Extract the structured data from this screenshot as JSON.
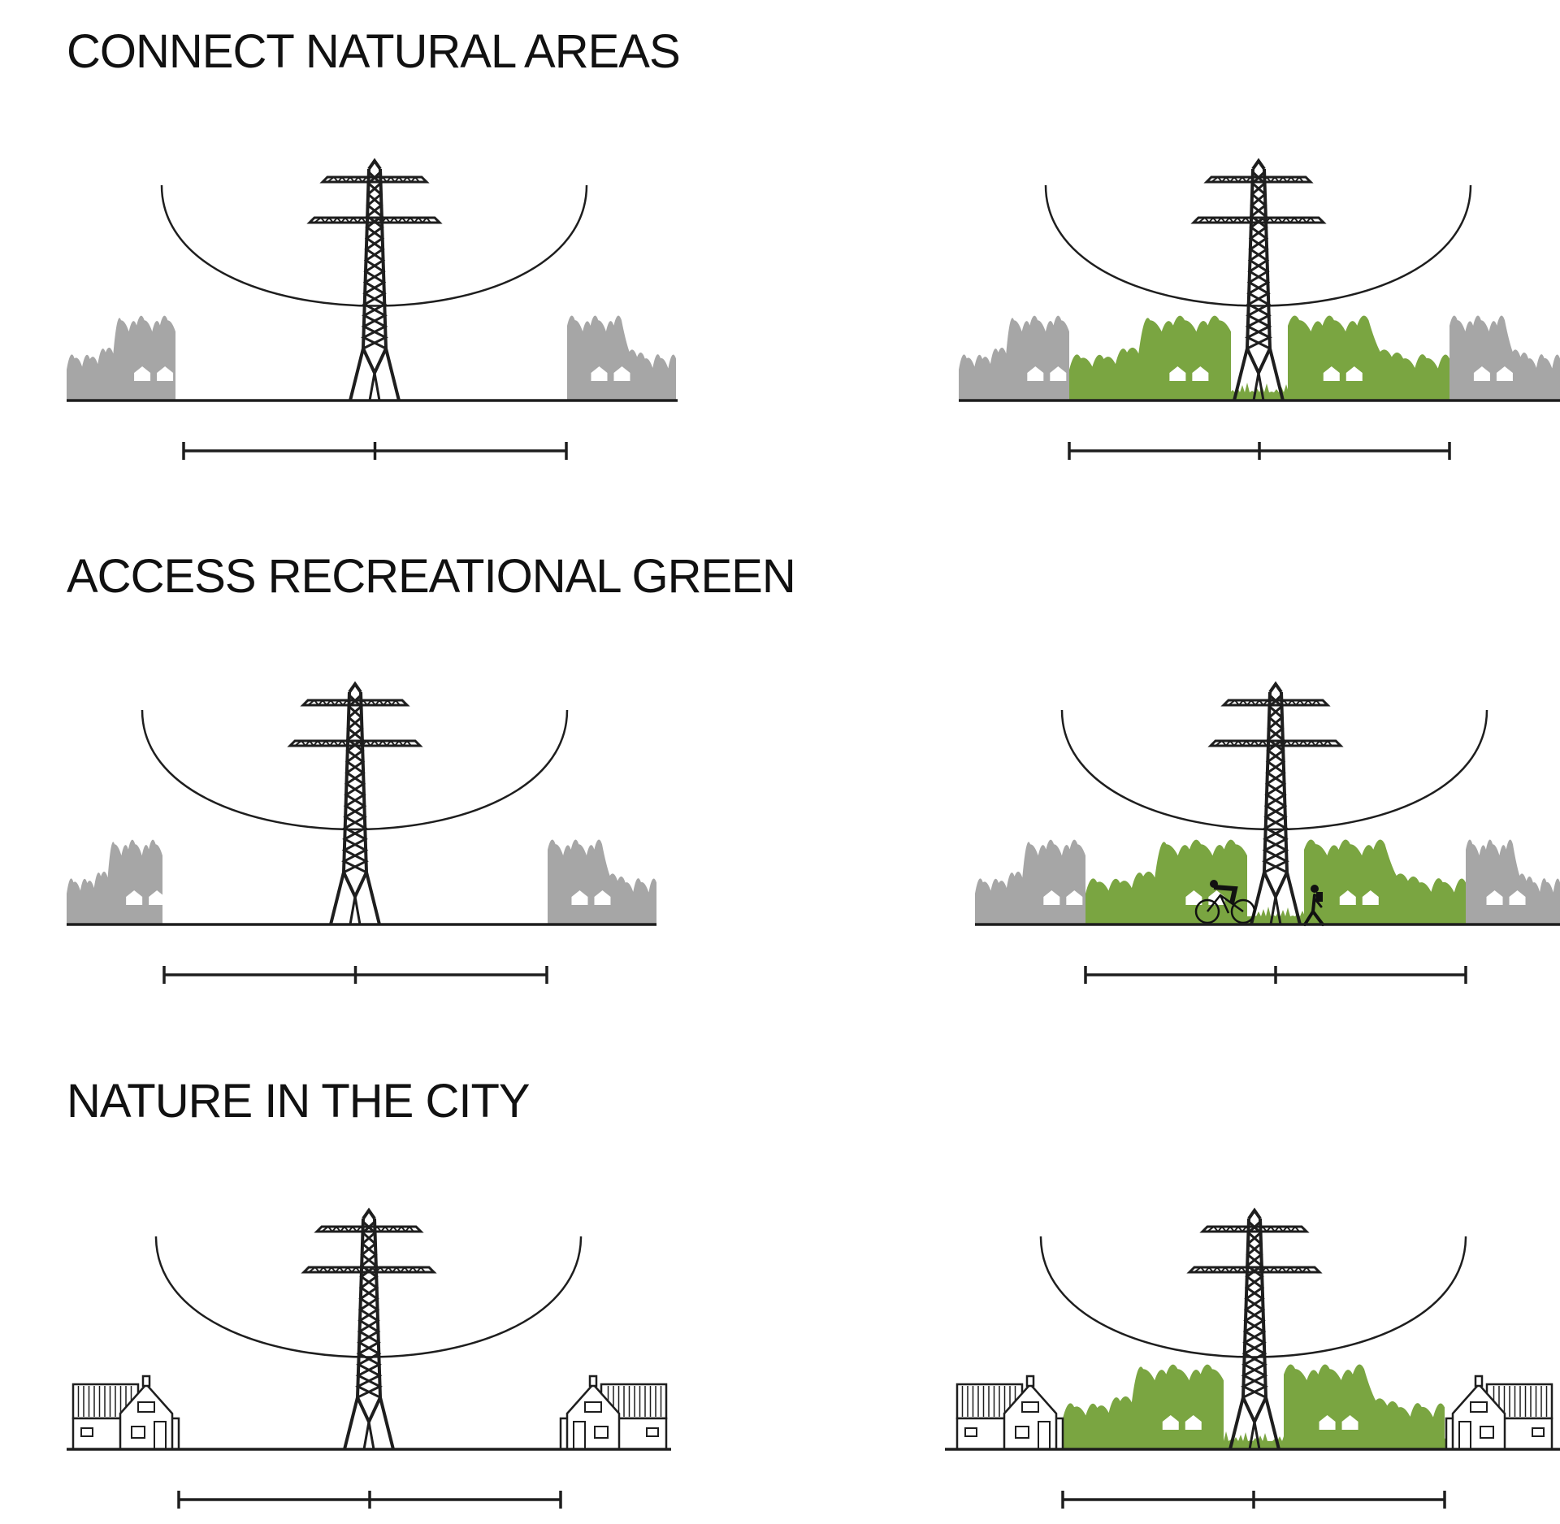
{
  "sections": [
    {
      "title": "CONNECT NATURAL AREAS",
      "left_variant": "woodland",
      "right_variant": "woodland",
      "right_people": false
    },
    {
      "title": "ACCESS RECREATIONAL GREEN",
      "left_variant": "woodland",
      "right_variant": "woodland",
      "right_people": true
    },
    {
      "title": "NATURE IN THE CITY",
      "left_variant": "houses",
      "right_variant": "houses",
      "right_people": false
    }
  ],
  "colors": {
    "line": "#1e1e1e",
    "gray": "#a6a6a6",
    "green": "#7aa541",
    "background": "#ffffff"
  },
  "icons": [
    "pylon-icon",
    "tree-silhouette",
    "house-icon",
    "cyclist-icon",
    "pedestrian-icon",
    "scale-bar"
  ]
}
